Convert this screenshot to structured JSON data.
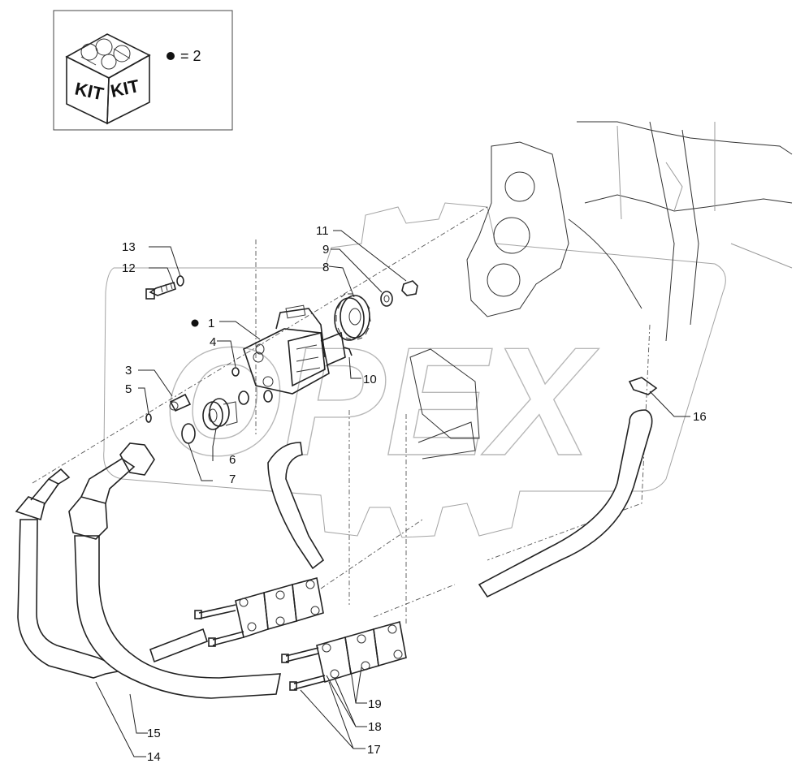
{
  "kit_box": {
    "kit_text_left": "KIT",
    "kit_text_right": "KIT",
    "equals_text": "= 2"
  },
  "watermark": {
    "text": "OPEX"
  },
  "callouts": [
    {
      "id": "1",
      "label": "1",
      "kit_marked": true
    },
    {
      "id": "3",
      "label": "3"
    },
    {
      "id": "4",
      "label": "4"
    },
    {
      "id": "5",
      "label": "5"
    },
    {
      "id": "6",
      "label": "6"
    },
    {
      "id": "7",
      "label": "7"
    },
    {
      "id": "8",
      "label": "8"
    },
    {
      "id": "9",
      "label": "9"
    },
    {
      "id": "10",
      "label": "10"
    },
    {
      "id": "11",
      "label": "11"
    },
    {
      "id": "12",
      "label": "12"
    },
    {
      "id": "13",
      "label": "13"
    },
    {
      "id": "14",
      "label": "14"
    },
    {
      "id": "15",
      "label": "15"
    },
    {
      "id": "16",
      "label": "16"
    },
    {
      "id": "17",
      "label": "17"
    },
    {
      "id": "18",
      "label": "18"
    },
    {
      "id": "19",
      "label": "19"
    }
  ]
}
